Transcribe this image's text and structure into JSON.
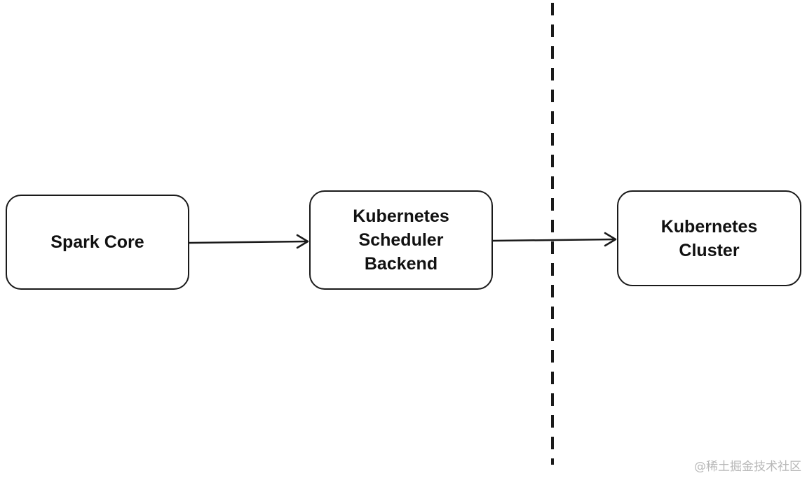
{
  "nodes": {
    "spark_core": {
      "label": "Spark Core"
    },
    "scheduler_backend": {
      "label": "Kubernetes\nScheduler\nBackend"
    },
    "kubernetes_cluster": {
      "label": "Kubernetes\nCluster"
    }
  },
  "edges": [
    {
      "from": "spark_core",
      "to": "scheduler_backend"
    },
    {
      "from": "scheduler_backend",
      "to": "kubernetes_cluster"
    }
  ],
  "boundary": {
    "style": "dashed",
    "color": "#1a1a1a"
  },
  "watermark": "@稀土掘金技术社区"
}
